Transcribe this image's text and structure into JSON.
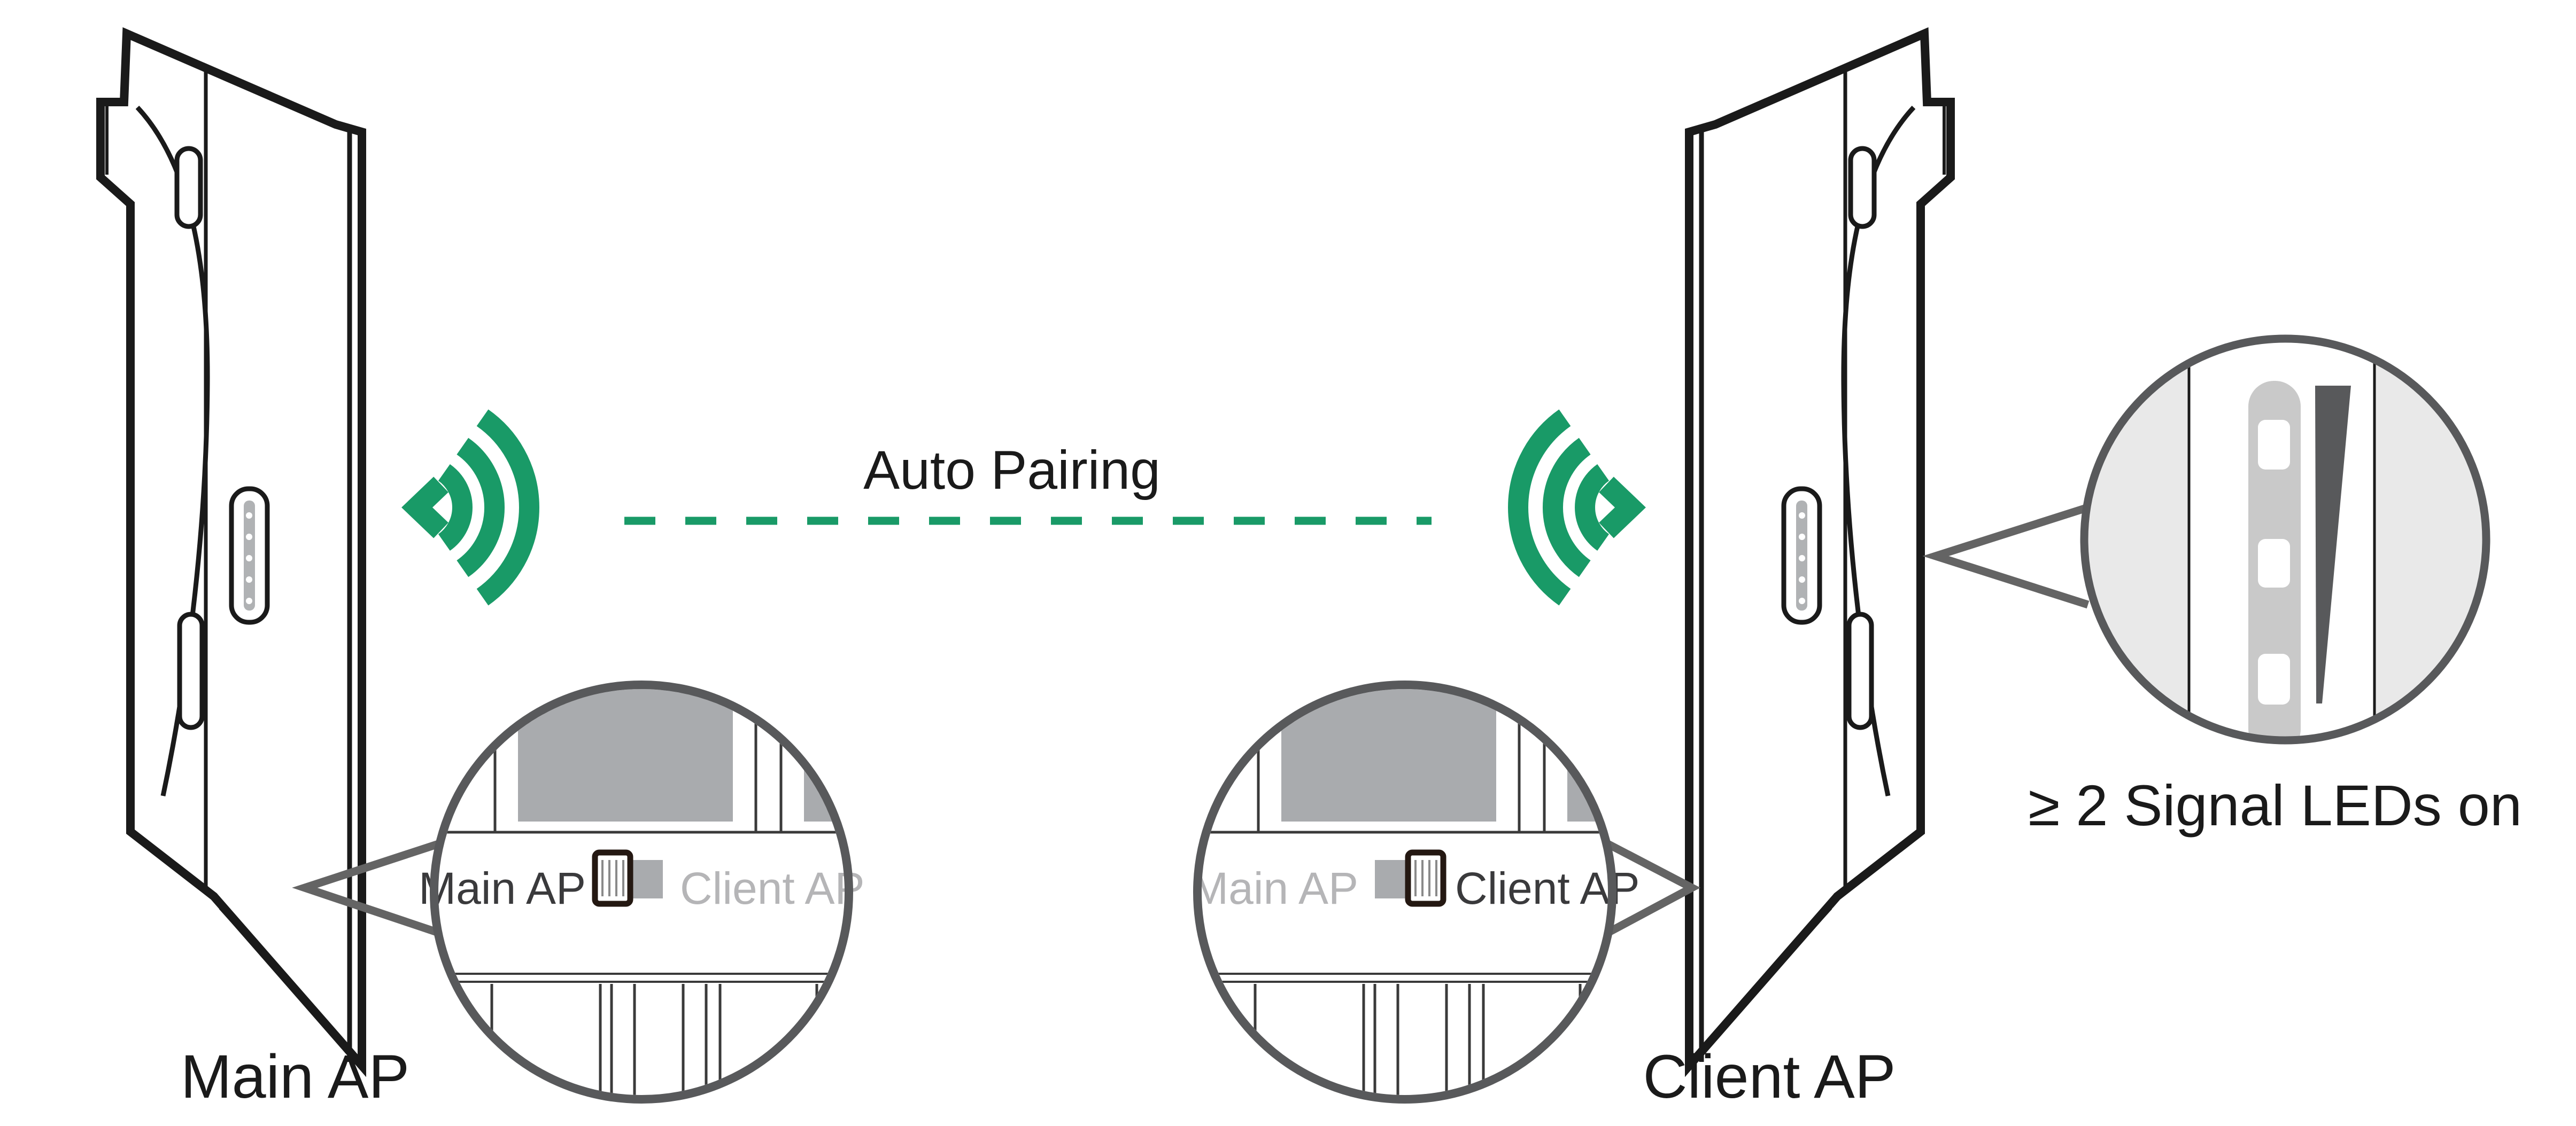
{
  "pairing": {
    "label": "Auto Pairing"
  },
  "devices": {
    "left": {
      "label": "Main AP"
    },
    "right": {
      "label": "Client AP"
    }
  },
  "callouts": {
    "left_switch": {
      "left_option": "Main AP",
      "right_option": "Client AP",
      "selected": "Main AP"
    },
    "right_switch": {
      "left_option": "Main AP",
      "right_option": "Client AP",
      "selected": "Client AP"
    },
    "led": {
      "note": "≥ 2 Signal LEDs on",
      "signal_leds_shown": 3
    }
  },
  "icons": {
    "wifi": "wifi-signal-waves-icon",
    "mode_switch": "slide-switch",
    "led_strip": "signal-led-strip"
  },
  "colors": {
    "green": "#199a67",
    "outline": "#1a1a1a",
    "callout_stroke": "#58595b",
    "dark_text": "#3a3a3c",
    "muted_text": "#b5b5b7",
    "port_gray": "#a9abae",
    "panel_gray": "#e9e9e9",
    "led_bar_gray": "#c9c9c9",
    "wedge_gray": "#58595b",
    "switch_knob_border": "#241812"
  }
}
